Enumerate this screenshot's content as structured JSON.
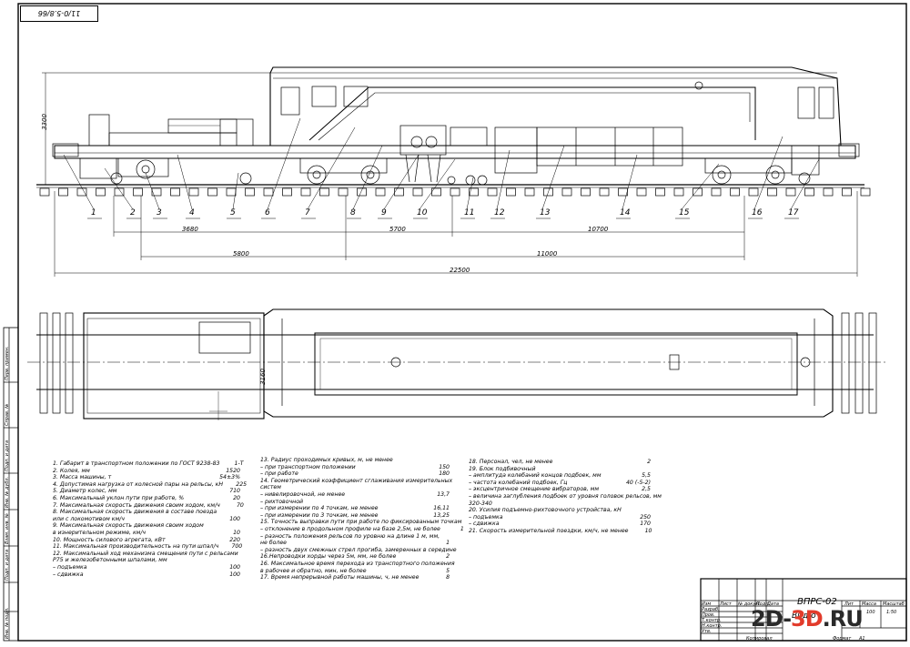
{
  "top_stamp": "11/0-5.8/66",
  "callouts": [
    "1",
    "2",
    "3",
    "4",
    "5",
    "6",
    "7",
    "8",
    "9",
    "10",
    "11",
    "12",
    "13",
    "14",
    "15",
    "16",
    "17"
  ],
  "dimensions": {
    "height": "3300",
    "d1": "3680",
    "d2": "5700",
    "d3": "10700",
    "d4": "5800",
    "d5": "11000",
    "total": "22500",
    "width": "3160"
  },
  "spec_col1": [
    {
      "t": "1. Габарит в транспортном положении по ГОСТ 9238-83",
      "v": "1-Т"
    },
    {
      "t": "2. Колея, мм",
      "v": "1520"
    },
    {
      "t": "3. Масса машины, т",
      "v": "54±3%"
    },
    {
      "t": "4. Допустимая нагрузка от колесной пары на рельсы, кН",
      "v": "225"
    },
    {
      "t": "5. Диаметр колес, мм",
      "v": "710"
    },
    {
      "t": "6. Максимальный уклон пути при работе, %",
      "v": "20"
    },
    {
      "t": "7. Максимальная скорость движения своим ходом, км/ч",
      "v": "70"
    },
    {
      "t": "8. Максимальная скорость движения в составе поезда",
      "v": ""
    },
    {
      "t": "или с локомотивом км/ч",
      "v": "100"
    },
    {
      "t": "9. Максимальная скорость движения своим ходом",
      "v": ""
    },
    {
      "t": "   в изнерительном режиме, км/ч",
      "v": "10"
    },
    {
      "t": "10. Мощность силового агрегата, кВт",
      "v": "220"
    },
    {
      "t": "11. Максимальная производительность на пути шпал/ч",
      "v": "700"
    },
    {
      "t": "12. Максимальный ход механизма смещения пути с рельсами",
      "v": ""
    },
    {
      "t": "   Р75 и железобетонными шпалами, мм",
      "v": ""
    },
    {
      "t": "   – подъемка",
      "v": "100"
    },
    {
      "t": "   – сдвижка",
      "v": "100"
    }
  ],
  "spec_col2": [
    {
      "t": "13.     Радиус проходимых кривых, м, не менее",
      "v": ""
    },
    {
      "t": "   – при транспортном положении",
      "v": "150"
    },
    {
      "t": "   – при работе",
      "v": "180"
    },
    {
      "t": "14.     Геометрический коэффициент сглаживания измерительных",
      "v": ""
    },
    {
      "t": "систем",
      "v": ""
    },
    {
      "t": "   – нивелировочной, не менее",
      "v": "13,7"
    },
    {
      "t": "   – рихтовочной",
      "v": ""
    },
    {
      "t": "   – при измерении по 4 точкам, не менее",
      "v": "16,11"
    },
    {
      "t": "   – при измерении по 3 точкам, не менее",
      "v": "13,25"
    },
    {
      "t": "15. Точность выправки пути при работе по фиксированным точкам",
      "v": ""
    },
    {
      "t": "   – отклонение в продольном профиле на базе 2,5м, не более",
      "v": "1"
    },
    {
      "t": "   – разность положения рельсов по уровню на длине 1 м, мм,",
      "v": ""
    },
    {
      "t": "не более",
      "v": "1"
    },
    {
      "t": "   – разность двух смежных стрел прогиба, замеренных в середине",
      "v": ""
    },
    {
      "t": "16.Непроводки хорды через 5м, мм, не более",
      "v": "2"
    },
    {
      "t": "16. Максимальное время перехода из транспортного положения",
      "v": ""
    },
    {
      "t": "   в рабочее и обратно, мин, не более",
      "v": "5"
    },
    {
      "t": "17. Время непрерывной работы машины, ч, не менее",
      "v": "8"
    }
  ],
  "spec_col3": [
    {
      "t": "18. Персонал, чел, не менее",
      "v": "2"
    },
    {
      "t": "19. Блок подбивочный",
      "v": ""
    },
    {
      "t": "   – амплитуда колебаний концов подбоек, мм",
      "v": "5,5"
    },
    {
      "t": "   – частота колебаний подбоек, Гц",
      "v": "40 (-5-2)"
    },
    {
      "t": "   – эксцентричное смещение вибраторов, мм",
      "v": "2,5"
    },
    {
      "t": "   – величина заглубления подбоек от уровня головок рельсов, мм",
      "v": ""
    },
    {
      "t": "320-340",
      "v": ""
    },
    {
      "t": "20. Усилия подъемно-рихтовочного устройства, кН",
      "v": ""
    },
    {
      "t": "   – подъемка",
      "v": "250"
    },
    {
      "t": "   – сдвижка",
      "v": "170"
    },
    {
      "t": "21. Скорость измерительной поездки, км/ч, не менее",
      "v": "10"
    }
  ],
  "title_block": {
    "title": "ВПРС-02",
    "subtitle": "Вид о",
    "sheet_col_lit": "Лит",
    "sheet_col_mass": "Масса",
    "sheet_col_scale": "Масштаб",
    "scale": "1:50",
    "mass_val": "100",
    "copied": "Копировал",
    "format": "Формат",
    "format_val": "А1",
    "rows": [
      "Изм",
      "Лист",
      "№ докум.",
      "Подп.",
      "Дата",
      "Разраб.",
      "Пров.",
      "Т.контр.",
      "Н.контр.",
      "Утв."
    ]
  },
  "side_labels": [
    "Перв. примен.",
    "Справ. №",
    "Подп. и дата",
    "Инв. № дубл.",
    "Взам. инв. №",
    "Подп. и дата",
    "Инв. № подл."
  ],
  "watermark": {
    "part1": "2D-",
    "part2": "3D",
    "part3": ".RU"
  }
}
